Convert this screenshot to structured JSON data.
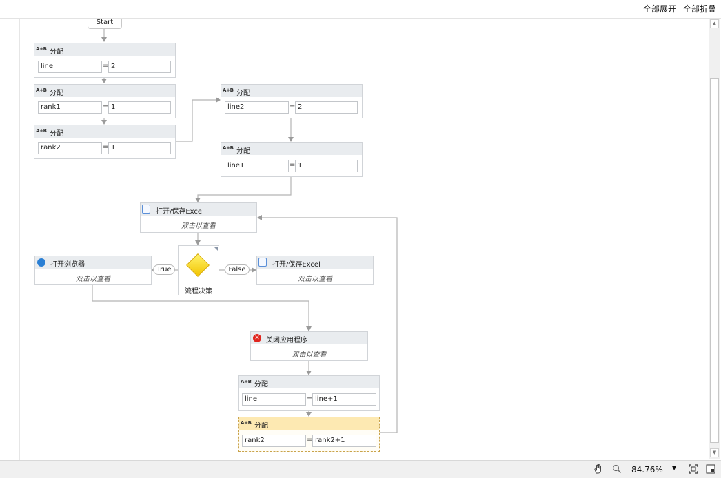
{
  "toolbar": {
    "expand_all": "全部展开",
    "collapse_all": "全部折叠"
  },
  "flow": {
    "start": "Start",
    "assign_title": "分配",
    "assign_icon": "A+B",
    "view_hint": "双击以查看",
    "eq": "=",
    "assign1": {
      "left": "line",
      "right": "2"
    },
    "assign2": {
      "left": "rank1",
      "right": "1"
    },
    "assign3": {
      "left": "rank2",
      "right": "1"
    },
    "assign4": {
      "left": "line2",
      "right": "2"
    },
    "assign5": {
      "left": "line1",
      "right": "1"
    },
    "excel_title": "打开/保存Excel",
    "decision_label": "流程决策",
    "true_label": "True",
    "false_label": "False",
    "browser_title": "打开浏览器",
    "close_title": "关闭应用程序",
    "close_icon": "✕",
    "assign6": {
      "left": "line",
      "right": "line+1"
    },
    "assign7": {
      "left": "rank2",
      "right": "rank2+1"
    }
  },
  "statusbar": {
    "zoom": "84.76%",
    "zoom_arrow": "▼"
  },
  "scrollbar": {
    "up": "▲",
    "down": "▼"
  }
}
